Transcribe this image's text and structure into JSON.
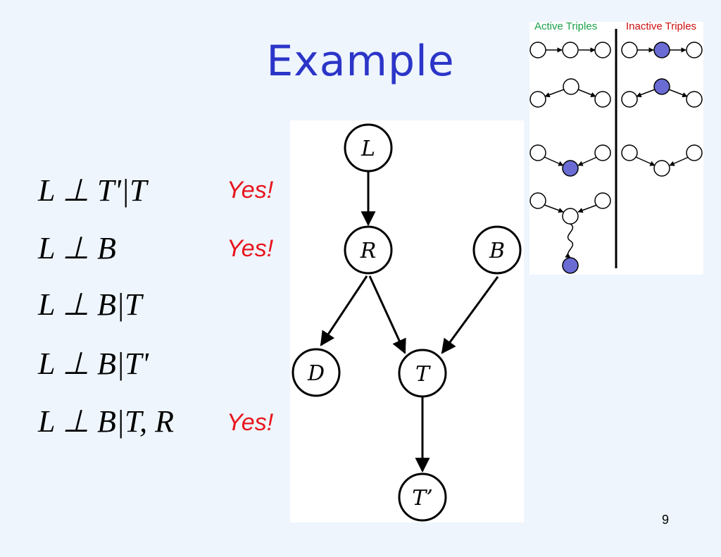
{
  "slide": {
    "title": "Example",
    "page_number": "9"
  },
  "statements": [
    {
      "text": "L ⊥ T'|T",
      "answer": "Yes!"
    },
    {
      "text": "L ⊥ B",
      "answer": "Yes!"
    },
    {
      "text": "L ⊥ B|T",
      "answer": ""
    },
    {
      "text": "L ⊥ B|T'",
      "answer": ""
    },
    {
      "text": "L ⊥ B|T, R",
      "answer": "Yes!"
    }
  ],
  "bayes_net": {
    "nodes": [
      "L",
      "R",
      "B",
      "D",
      "T",
      "T’"
    ],
    "edges": [
      [
        "L",
        "R"
      ],
      [
        "R",
        "D"
      ],
      [
        "R",
        "T"
      ],
      [
        "B",
        "T"
      ],
      [
        "T",
        "T’"
      ]
    ]
  },
  "triples": {
    "active_label": "Active Triples",
    "inactive_label": "Inactive Triples",
    "shaded_color": "#6a6cd4",
    "active_color": "#1aa04a",
    "inactive_color": "#cc1010"
  }
}
